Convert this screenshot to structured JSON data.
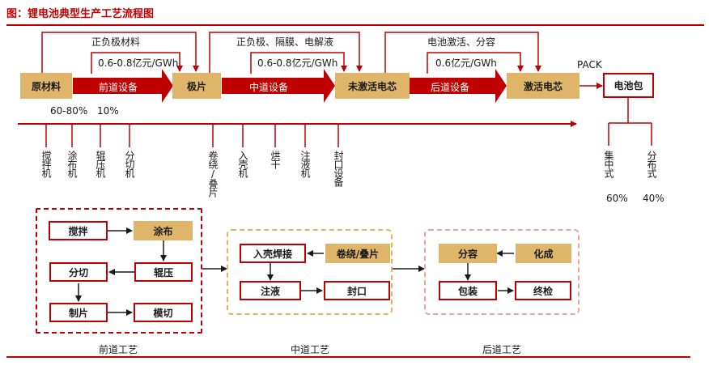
{
  "title": "图：锂电池典型生产工艺流程图",
  "colors": {
    "red": "#c00000",
    "gold": "#dfb56a",
    "pink": "#e9a3a3",
    "amber": "#e3b45a"
  },
  "flow": {
    "nodes": [
      "原材料",
      "极片",
      "未激活电芯",
      "激活电芯",
      "电池包"
    ],
    "arrows": [
      "前道设备",
      "中道设备",
      "后道设备"
    ],
    "inputs": [
      "正负极材料",
      "正负极、隔膜、电解液",
      "电池激活、分容"
    ],
    "values": [
      "0.6-0.8亿元/GWh",
      "0.6-0.8亿元/GWh",
      "0.6亿元/GWh"
    ],
    "pack_label": "PACK",
    "shares": [
      "60-80%",
      "10%"
    ]
  },
  "equipment": {
    "front": [
      "搅拌机",
      "涂布机",
      "辊压机",
      "分切机"
    ],
    "middle": [
      "卷绕/叠片",
      "入壳机",
      "烘干",
      "注液机",
      "封口设备"
    ],
    "pack": [
      {
        "name": "集中式",
        "pct": "60%"
      },
      {
        "name": "分布式",
        "pct": "40%"
      }
    ]
  },
  "process": {
    "front": {
      "label": "前道工艺",
      "steps": [
        "搅拌",
        "涂布",
        "辊压",
        "分切",
        "制片",
        "模切"
      ]
    },
    "middle": {
      "label": "中道工艺",
      "steps": [
        "入壳焊接",
        "卷绕/叠片",
        "注液",
        "封口"
      ]
    },
    "back": {
      "label": "后道工艺",
      "steps": [
        "分容",
        "化成",
        "包装",
        "终检"
      ]
    }
  }
}
